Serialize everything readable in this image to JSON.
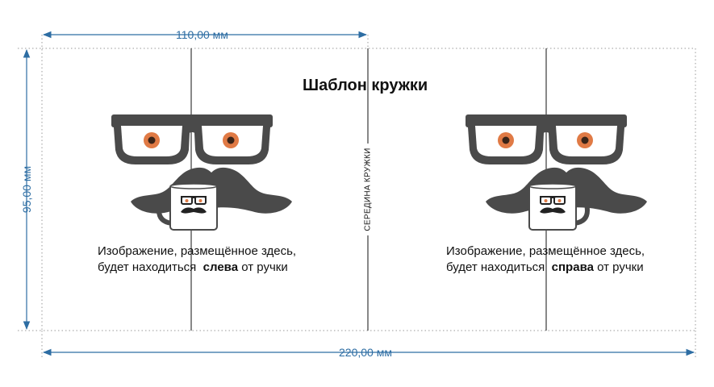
{
  "dimensions": {
    "half_width": "110,00 мм",
    "full_width": "220,00 мм",
    "height": "95,00 мм"
  },
  "title": "Шаблон кружки",
  "center_label": "СЕРЕДИНА КРУЖКИ",
  "left_panel": {
    "line1": "Изображение, размещённое здесь,",
    "line2_prefix": "будет находиться",
    "line2_bold": "слева",
    "line2_suffix": "от ручки"
  },
  "right_panel": {
    "line1": "Изображение, размещённое здесь,",
    "line2_prefix": "будет находиться",
    "line2_bold": "справа",
    "line2_suffix": "от ручки"
  },
  "colors": {
    "dimension": "#2d6da3",
    "glasses": "#4a4a4a",
    "iris": "#e07a45",
    "pupil": "#3a2418",
    "border_dots": "#999999"
  },
  "icons": [
    "glasses-icon",
    "mustache-icon",
    "mug-icon"
  ]
}
